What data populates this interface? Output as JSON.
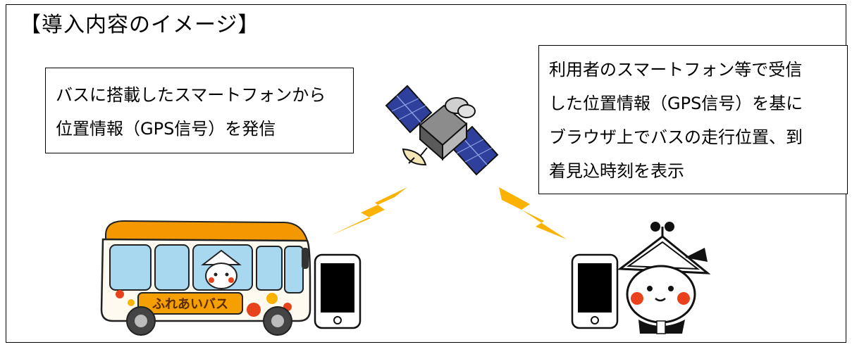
{
  "title": "【導入内容のイメージ】",
  "left_box": {
    "lines": [
      "バスに搭載したスマートフォンから",
      "位置情報（GPS信号）を発信"
    ]
  },
  "right_box": {
    "lines": [
      "利用者のスマートフォン等で受信",
      "した位置情報（GPS信号）を基に",
      "ブラウザ上でバスの走行位置、到",
      "着見込時刻を表示"
    ]
  },
  "bus": {
    "sign": "ふれあいバス"
  },
  "colors": {
    "bus_roof": "#f39800",
    "bus_body": "#fffaf0",
    "bus_window": "#a8d8f0",
    "bus_sign": "#f5a000",
    "accent_red": "#e8421c",
    "lightning": "#fbb203",
    "satellite_panel": "#2f3f9c",
    "phone": "#000000"
  },
  "icons": [
    "satellite-icon",
    "lightning-icon",
    "bus-icon",
    "smartphone-icon",
    "mascot-icon"
  ]
}
